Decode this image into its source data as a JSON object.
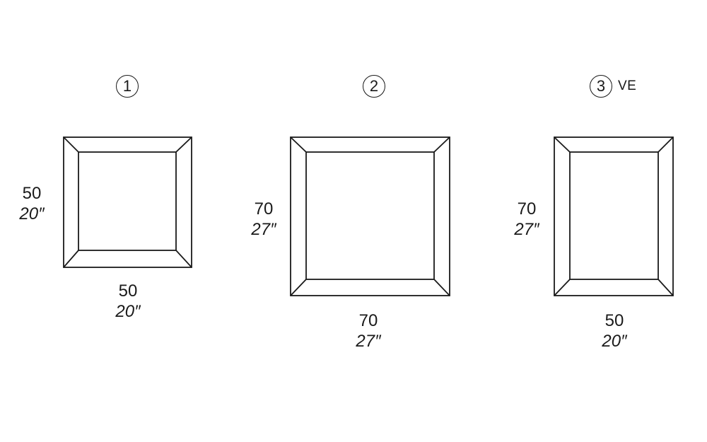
{
  "frames": [
    {
      "id": "1",
      "number": "1",
      "suffix": "",
      "width_label": "50",
      "width_label_imperial": "20″",
      "height_label": "50",
      "height_label_imperial": "20″"
    },
    {
      "id": "2",
      "number": "2",
      "suffix": "",
      "width_label": "70",
      "width_label_imperial": "27″",
      "height_label": "70",
      "height_label_imperial": "27″"
    },
    {
      "id": "3",
      "number": "3",
      "suffix": "VE",
      "width_label": "50",
      "width_label_imperial": "20″",
      "height_label": "70",
      "height_label_imperial": "27″"
    }
  ],
  "colors": {
    "line": "#1a1a1a",
    "background": "#ffffff"
  }
}
